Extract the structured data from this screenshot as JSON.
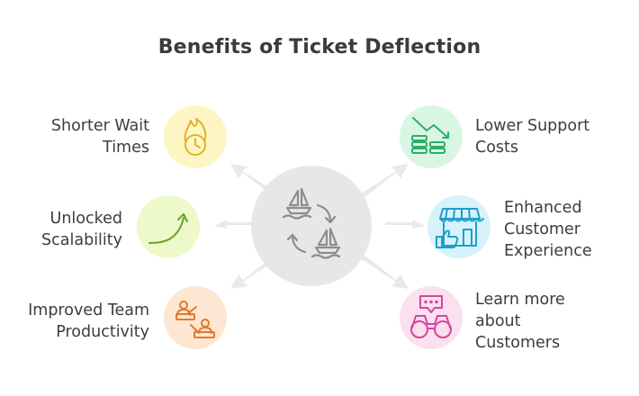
{
  "title": "Benefits of Ticket Deflection",
  "benefits": [
    {
      "label": "Shorter Wait Times",
      "lines": [
        "Shorter Wait",
        "Times"
      ],
      "icon": "fire-clock-icon",
      "color": "#fdf6c3",
      "stroke": "#e3b52b"
    },
    {
      "label": "Unlocked Scalability",
      "lines": [
        "Unlocked",
        "Scalability"
      ],
      "icon": "growth-curve-icon",
      "color": "#eef9c9",
      "stroke": "#6aa12d"
    },
    {
      "label": "Improved Team Productivity",
      "lines": [
        "Improved Team",
        "Productivity"
      ],
      "icon": "team-laptops-icon",
      "color": "#fde6d2",
      "stroke": "#e0782e"
    },
    {
      "label": "Lower Support Costs",
      "lines": [
        "Lower Support",
        "Costs"
      ],
      "icon": "coins-down-icon",
      "color": "#d9f6e4",
      "stroke": "#2fae6b"
    },
    {
      "label": "Enhanced Customer Experience",
      "lines": [
        "Enhanced",
        "Customer",
        "Experience"
      ],
      "icon": "store-thumbs-up-icon",
      "color": "#d7f2fb",
      "stroke": "#1f9fcb"
    },
    {
      "label": "Learn more about Customers",
      "lines": [
        "Learn more",
        "about",
        "Customers"
      ],
      "icon": "binoculars-chat-icon",
      "color": "#fbe0ef",
      "stroke": "#d447a0"
    }
  ],
  "hub": {
    "icon": "boats-cycle-icon",
    "color": "#e7e7e7",
    "stroke": "#8a8a8a"
  }
}
